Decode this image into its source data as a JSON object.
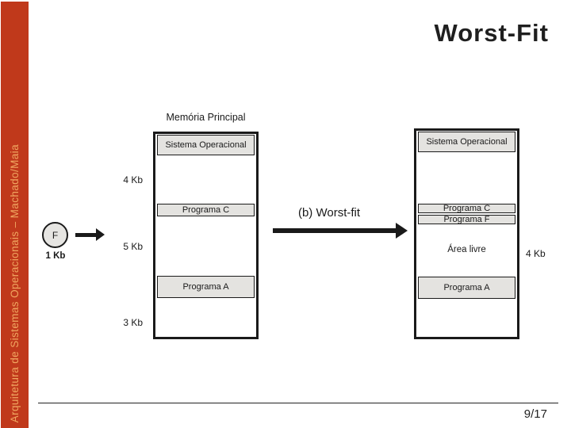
{
  "slide": {
    "title": "Worst-Fit",
    "sidebar_text": "Arquitetura de Sistemas Operacionais – Machado/Maia",
    "page_number": "9/17"
  },
  "colors": {
    "sidebar_bg": "#C0391B",
    "sidebar_text": "#F0A660",
    "title_text": "#1F1F1F",
    "program_fill": "#E4E3E0"
  },
  "diagram": {
    "memory_title": "Memória Principal",
    "caption": "(b) Worst-fit",
    "incoming_block": {
      "label": "F",
      "size": "1 Kb"
    },
    "before": {
      "segments": [
        {
          "label": "Sistema Operacional",
          "type": "program"
        },
        {
          "label": "",
          "type": "free",
          "size": "4 Kb"
        },
        {
          "label": "Programa C",
          "type": "program"
        },
        {
          "label": "",
          "type": "free",
          "size": "5 Kb"
        },
        {
          "label": "Programa A",
          "type": "program"
        },
        {
          "label": "",
          "type": "free",
          "size": "3 Kb"
        }
      ]
    },
    "after": {
      "segments": [
        {
          "label": "Sistema Operacional",
          "type": "program"
        },
        {
          "label": "",
          "type": "free",
          "size": ""
        },
        {
          "label": "Programa C",
          "type": "program"
        },
        {
          "label": "Programa F",
          "type": "program"
        },
        {
          "label": "Área livre",
          "type": "free",
          "size": "4 Kb"
        },
        {
          "label": "Programa A",
          "type": "program"
        },
        {
          "label": "",
          "type": "free",
          "size": ""
        }
      ]
    }
  }
}
